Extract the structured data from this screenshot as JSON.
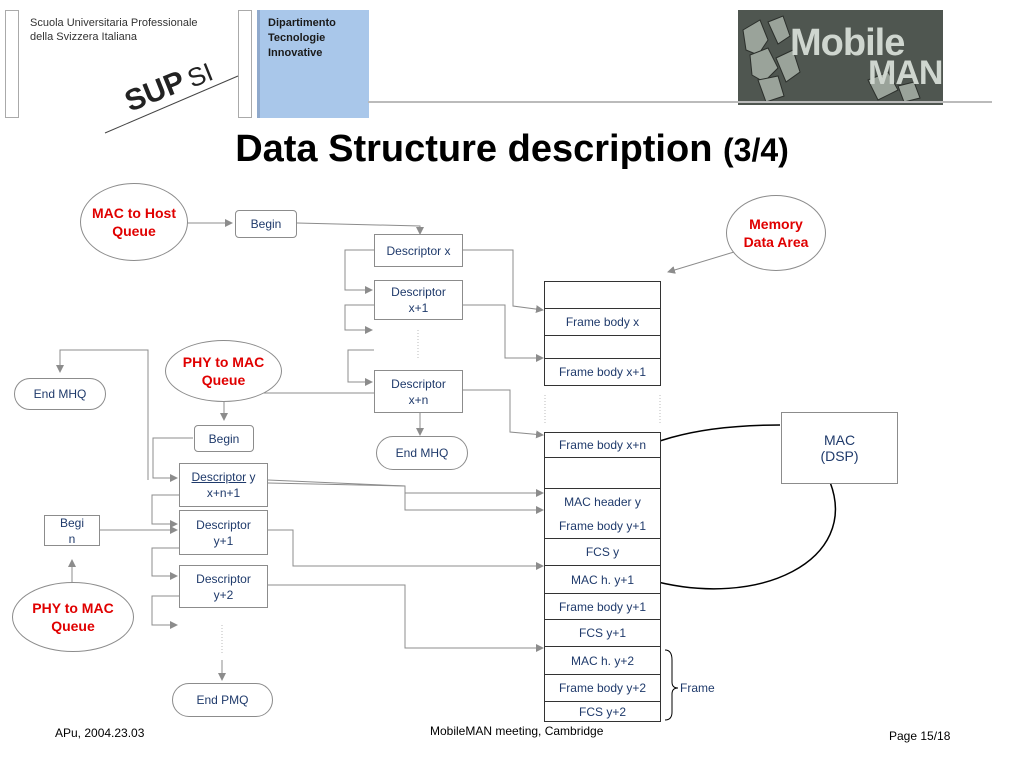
{
  "header": {
    "school_line1": "Scuola Universitaria Professionale",
    "school_line2": "della Svizzera Italiana",
    "supsi_logo_text": "SUPSI",
    "dept_line1": "Dipartimento",
    "dept_line2": "Tecnologie",
    "dept_line3": "Innovative",
    "brand_mobile": "Mobile",
    "brand_man": "MAN"
  },
  "title": {
    "main": "Data Structure description",
    "sub": "(3/4)"
  },
  "diagram": {
    "mac_to_host_line1": "MAC to Host",
    "mac_to_host_line2": "Queue",
    "begin_top": "Begin",
    "descriptor_x": "Descriptor x",
    "descriptor_x1_line1": "Descriptor",
    "descriptor_x1_line2": "x+1",
    "descriptor_xn_line1": "Descriptor",
    "descriptor_xn_line2": "x+n",
    "end_mhq_center": "End MHQ",
    "end_mhq_left": "End MHQ",
    "phy_to_mac_center_line1": "PHY to MAC",
    "phy_to_mac_center_line2": "Queue",
    "begin_mid": "Begin",
    "descriptor_y_a": "Descriptor",
    "descriptor_y_b": "y",
    "descriptor_y_c": "x+n+1",
    "descriptor_y1_line1": "Descriptor",
    "descriptor_y1_line2": "y+1",
    "descriptor_y2_line1": "Descriptor",
    "descriptor_y2_line2": "y+2",
    "end_pmq": "End PMQ",
    "begin_left_line1": "Begi",
    "begin_left_line2": "n",
    "phy_to_mac_left_line1": "PHY to MAC",
    "phy_to_mac_left_line2": "Queue",
    "memory_line1": "Memory",
    "memory_line2": "Data Area",
    "mac_dsp_line1": "MAC",
    "mac_dsp_line2": "(DSP)",
    "frame_label": "Frame",
    "memory_cells": {
      "frame_body_x": "Frame body x",
      "frame_body_x1": "Frame body x+1",
      "frame_body_xn": "Frame body x+n",
      "mac_header_y": "MAC header y",
      "frame_body_y_overlap": "Frame body y+1",
      "fcs_y": "FCS y",
      "mac_h_y1": "MAC h. y+1",
      "frame_body_y1": "Frame body y+1",
      "fcs_y1": "FCS y+1",
      "mac_h_y2": "MAC h. y+2",
      "frame_body_y2": "Frame body y+2",
      "fcs_y2": "FCS y+2"
    }
  },
  "footer": {
    "left": "APu, 2004.23.03",
    "center": "MobileMAN meeting, Cambridge",
    "right": "Page 15/18"
  }
}
